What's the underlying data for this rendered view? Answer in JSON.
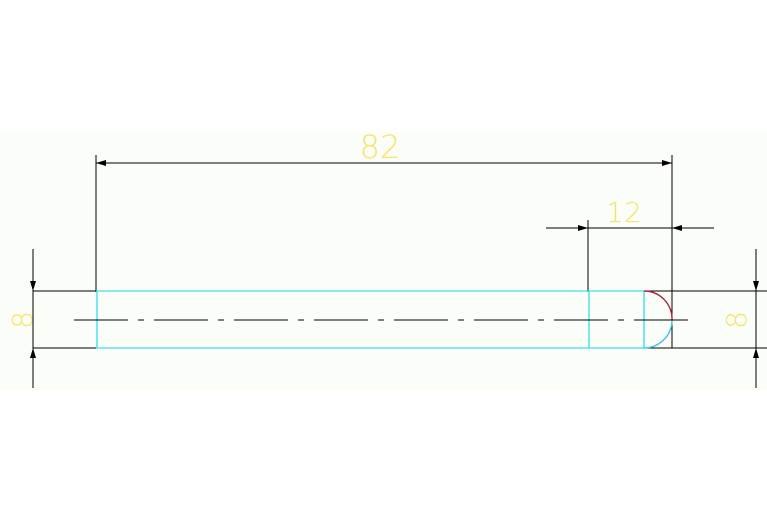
{
  "drawing": {
    "dimensions": {
      "overall_length": "82",
      "end_length": "12",
      "height_left": "8",
      "height_right": "8"
    },
    "colors": {
      "background_band": "#fbfdf8",
      "dimension_line": "#000000",
      "dimension_text": "#f5e46a",
      "part_outline": "#40e0e8",
      "center_line": "#000000",
      "arc_top": "#b0203c",
      "arc_bottom": "#40c0f0"
    }
  }
}
